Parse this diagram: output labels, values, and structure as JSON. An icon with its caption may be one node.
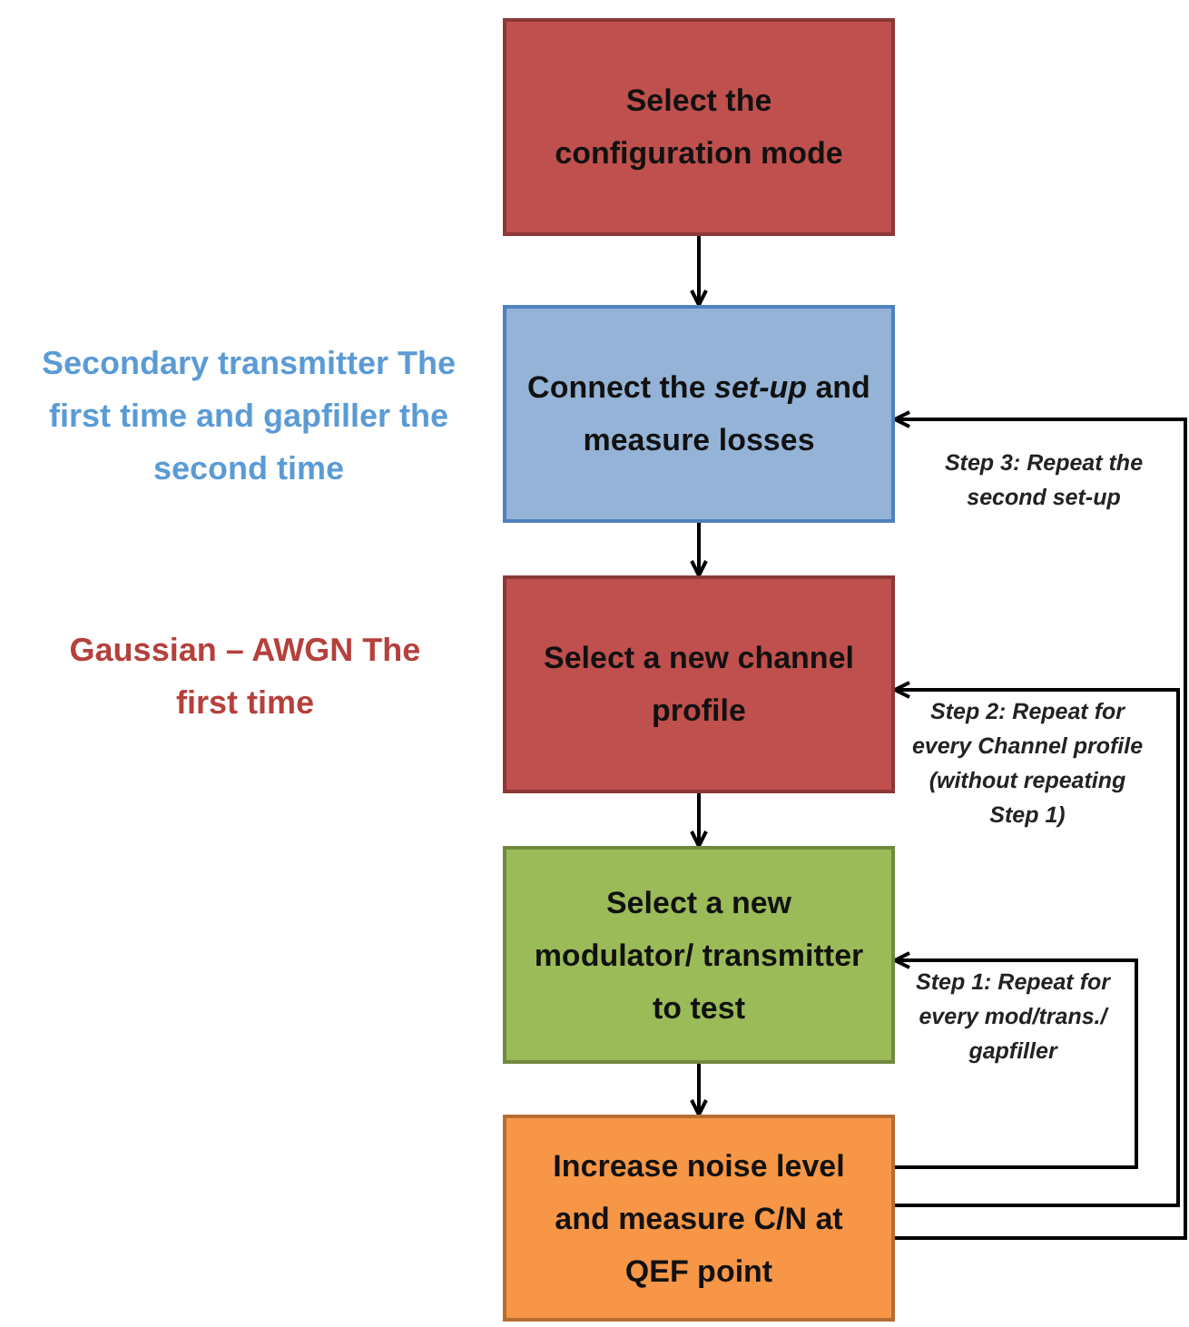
{
  "diagram": {
    "nodes": [
      {
        "text": [
          "Select the configuration mode"
        ]
      },
      {
        "text": [
          "Connect the *set-up* and measure losses"
        ],
        "beside": [
          "Secondary transmitter The first time and gapfiller the second time"
        ]
      },
      {
        "text": [
          "Select a new channel profile"
        ],
        "beside": [
          "Gaussian – AWGN The first time"
        ]
      },
      {
        "text": [
          "Select a new modulator/ transmitter to test"
        ]
      },
      {
        "text": [
          "Increase noise level and measure C/N at QEF point"
        ]
      }
    ],
    "edges": [
      {
        "from": 0,
        "to": 1,
        "arrow": "to"
      },
      {
        "from": 1,
        "to": 2,
        "arrow": "to"
      },
      {
        "from": 2,
        "to": 3,
        "arrow": "to"
      },
      {
        "from": 3,
        "to": 4,
        "arrow": "to"
      },
      {
        "from": 4,
        "to": 3,
        "arrow": "to",
        "label": "Step 1: Repeat for every mod/trans./ gapfiller"
      },
      {
        "from": 4,
        "to": 2,
        "arrow": "to",
        "label": "Step 2: Repeat for every Channel profile (without repeating Step 1)"
      },
      {
        "from": 4,
        "to": 1,
        "arrow": "to",
        "label": "Step 3: Repeat the second set-up"
      }
    ]
  }
}
